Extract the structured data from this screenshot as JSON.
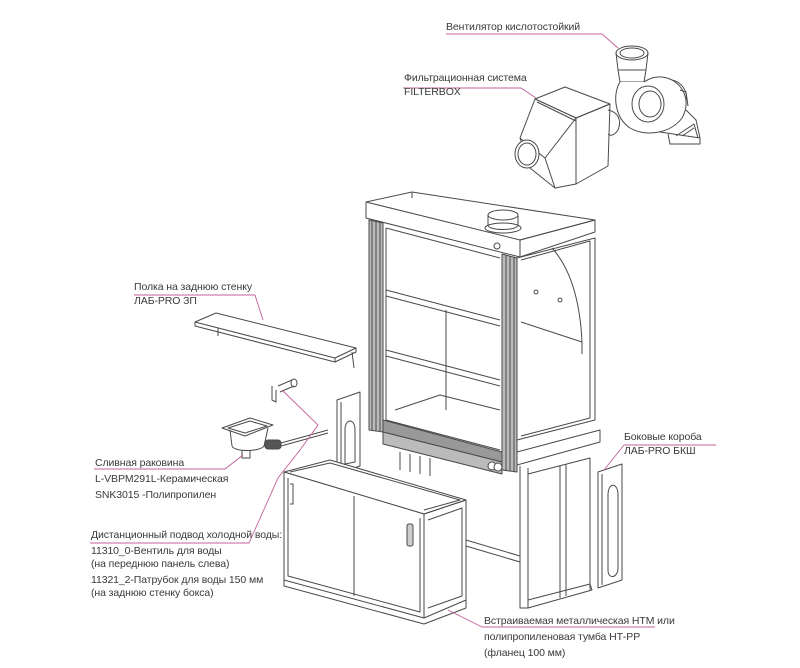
{
  "title": "Exploded view of laboratory fume hood with accessories",
  "leader_color": "#c2609a",
  "line_color": "#4a4a4a",
  "callouts": {
    "fan": {
      "lines": [
        "Вентилятор кислотостойкий"
      ]
    },
    "filter": {
      "lines": [
        "Фильтрационная система",
        "FILTERBOX"
      ]
    },
    "shelf": {
      "lines": [
        "Полка на заднюю стенку",
        "ЛАБ-PRO ЗП"
      ]
    },
    "sink": {
      "lines": [
        "Сливная раковина",
        "L-VBPM291L-Керамическая",
        "SNK3015 -Полипропилен"
      ]
    },
    "water": {
      "lines": [
        "Дистанционный подвод холодной воды:",
        "11310_0-Вентиль для воды",
        "(на переднюю панель слева)",
        "11321_2-Патрубок для воды 150 мм",
        "(на заднюю стенку бокса)"
      ]
    },
    "side": {
      "lines": [
        "Боковые короба",
        "ЛАБ-PRO БКШ"
      ]
    },
    "cabinet": {
      "lines": [
        "Встраиваемая металлическая  НТМ или",
        "полипропиленовая тумба НТ-РР",
        "(фланец 100 мм)"
      ]
    }
  },
  "parts": [
    "acid-resistant-fan",
    "filterbox",
    "fume-hood",
    "back-wall-shelf",
    "drain-sink",
    "water-valve",
    "water-pipe",
    "side-box-left",
    "side-box-right",
    "under-cabinet",
    "hood-stand"
  ]
}
